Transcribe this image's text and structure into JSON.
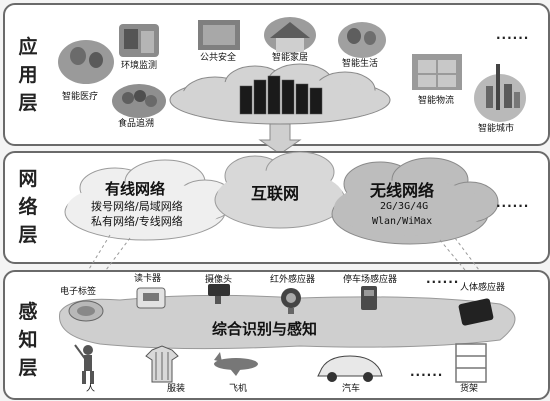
{
  "layers": {
    "application": {
      "title": "应用层",
      "items": {
        "smart_healthcare": "智能医疗",
        "environment_monitoring": "环境监测",
        "public_safety": "公共安全",
        "smart_home": "智能家居",
        "smart_living": "智能生活",
        "smart_logistics": "智能物流",
        "smart_city": "智能城市",
        "food_traceability": "食品追溯"
      },
      "more": "......"
    },
    "network": {
      "title": "网络层",
      "wired": {
        "title": "有线网络",
        "line1": "拨号网络/局域网络",
        "line2": "私有网络/专线网络"
      },
      "internet": {
        "title": "互联网"
      },
      "wireless": {
        "title": "无线网络",
        "line1": "2G/3G/4G",
        "line2": "Wlan/WiMax"
      },
      "more": "......"
    },
    "perception": {
      "title": "感知层",
      "center": "综合识别与感知",
      "devices": {
        "rfid_tag": "电子标签",
        "card_reader": "读卡器",
        "camera": "摄像头",
        "infrared_sensor": "红外感应器",
        "parking_sensor": "停车场感应器",
        "body_sensor": "人体感应器"
      },
      "objects": {
        "person": "人",
        "clothing": "服装",
        "aircraft": "飞机",
        "car": "汽车",
        "shelf": "货架"
      },
      "more_top": "......",
      "more_bottom": "......"
    }
  }
}
